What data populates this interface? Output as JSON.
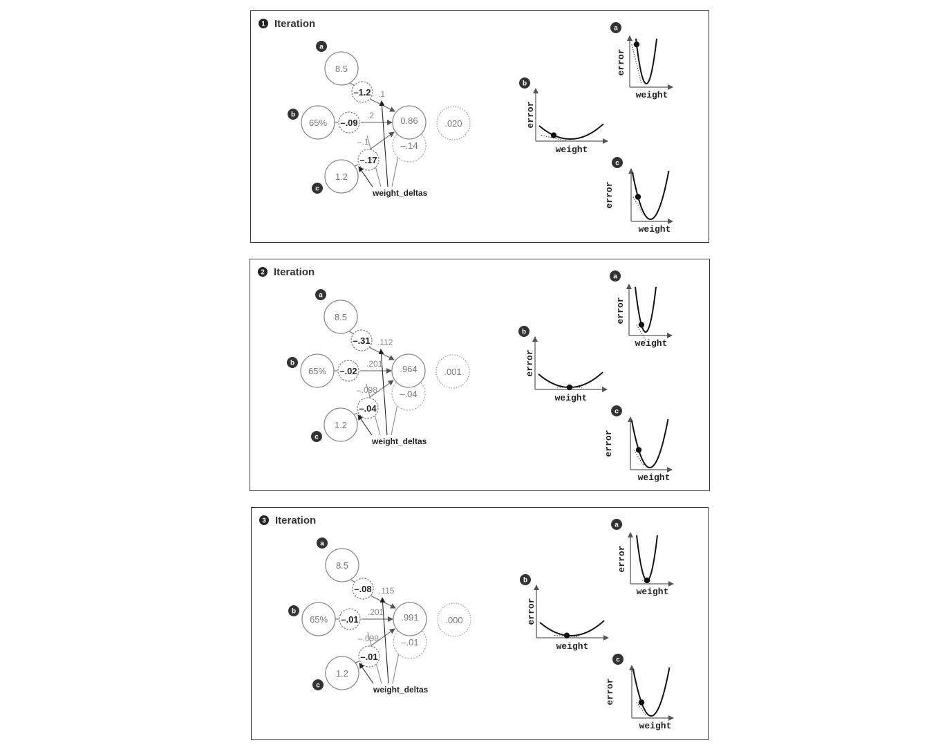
{
  "panels": [
    {
      "step": "1",
      "title": "Iteration",
      "badges": {
        "a": "a",
        "b": "b",
        "c": "c"
      },
      "inputs": {
        "a": "8.5",
        "b": "65%",
        "c": "1.2"
      },
      "deltas": {
        "a": "–1.2",
        "b": "–.09",
        "c": "–.17"
      },
      "weights": {
        "a": ".1",
        "b": ".2",
        "c": "–.1"
      },
      "prediction": "0.86",
      "delta": "–.14",
      "error": ".020",
      "weight_deltas_label": "weight_deltas",
      "plots": {
        "a": {
          "xlabel": "weight",
          "ylabel": "error"
        },
        "b": {
          "xlabel": "weight",
          "ylabel": "error"
        },
        "c": {
          "xlabel": "weight",
          "ylabel": "error"
        }
      }
    },
    {
      "step": "2",
      "title": "Iteration",
      "badges": {
        "a": "a",
        "b": "b",
        "c": "c"
      },
      "inputs": {
        "a": "8.5",
        "b": "65%",
        "c": "1.2"
      },
      "deltas": {
        "a": "–.31",
        "b": "–.02",
        "c": "–.04"
      },
      "weights": {
        "a": ".112",
        "b": ".201",
        "c": "–.098"
      },
      "prediction": ".964",
      "delta": "–.04",
      "error": ".001",
      "weight_deltas_label": "weight_deltas",
      "plots": {
        "a": {
          "xlabel": "weight",
          "ylabel": "error"
        },
        "b": {
          "xlabel": "weight",
          "ylabel": "error"
        },
        "c": {
          "xlabel": "weight",
          "ylabel": "error"
        }
      }
    },
    {
      "step": "3",
      "title": "Iteration",
      "badges": {
        "a": "a",
        "b": "b",
        "c": "c"
      },
      "inputs": {
        "a": "8.5",
        "b": "65%",
        "c": "1.2"
      },
      "deltas": {
        "a": "–.08",
        "b": "–.01",
        "c": "–.01"
      },
      "weights": {
        "a": ".115",
        "b": ".201",
        "c": "–.098"
      },
      "prediction": ".991",
      "delta": "–.01",
      "error": ".000",
      "weight_deltas_label": "weight_deltas",
      "plots": {
        "a": {
          "xlabel": "weight",
          "ylabel": "error"
        },
        "b": {
          "xlabel": "weight",
          "ylabel": "error"
        },
        "c": {
          "xlabel": "weight",
          "ylabel": "error"
        }
      }
    }
  ]
}
